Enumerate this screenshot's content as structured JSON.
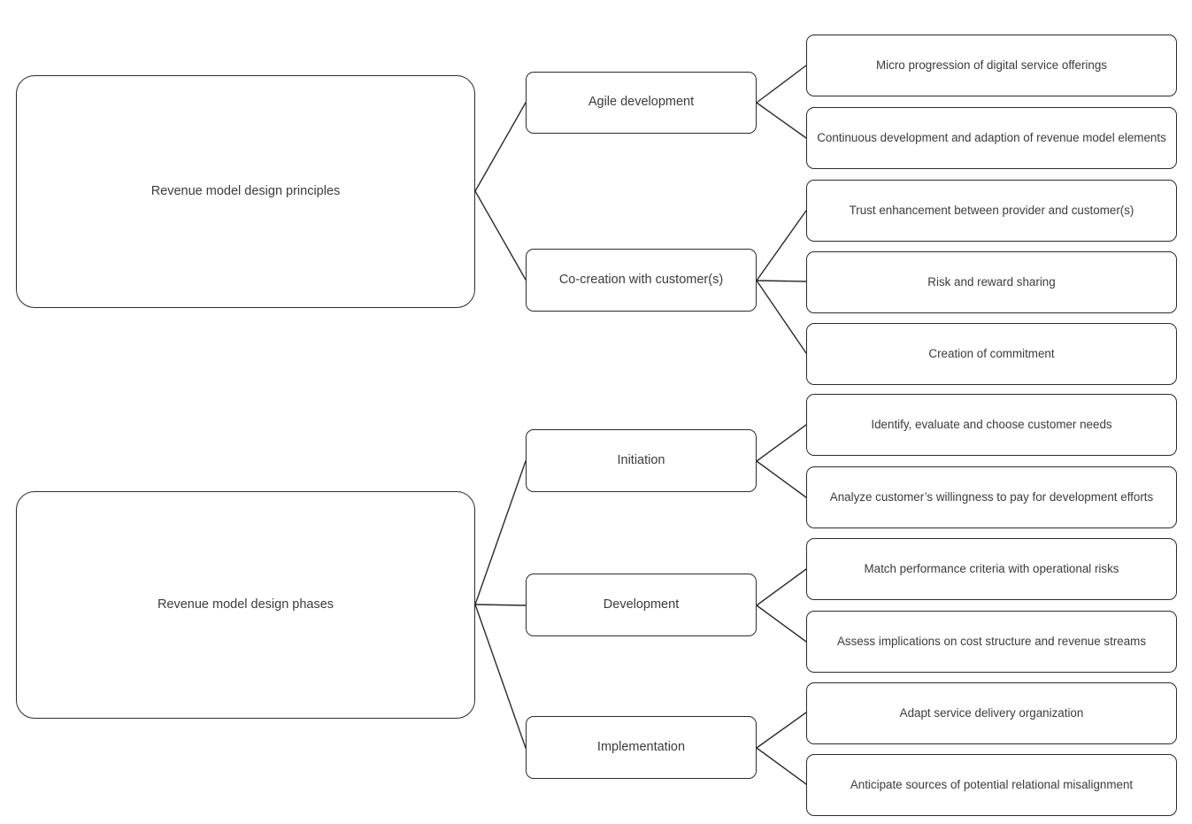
{
  "diagram": {
    "type": "tree",
    "orientation": "left-to-right",
    "background_color": "#ffffff",
    "line_color": "#2b2b2b",
    "text_color": "#3b3b3b",
    "branches": [
      {
        "id": "principles",
        "root": "Revenue model design principles",
        "children": [
          {
            "id": "agile",
            "label": "Agile development",
            "leaves": [
              "Micro progression of digital service offerings",
              "Continuous development and adaption of revenue model elements"
            ]
          },
          {
            "id": "cocreation",
            "label": "Co-creation with customer(s)",
            "leaves": [
              "Trust enhancement between provider and customer(s)",
              "Risk and reward sharing",
              "Creation of commitment"
            ]
          }
        ]
      },
      {
        "id": "phases",
        "root": "Revenue model design phases",
        "children": [
          {
            "id": "initiation",
            "label": "Initiation",
            "leaves": [
              "Identify, evaluate and choose customer needs",
              "Analyze customer’s willingness to pay for development efforts"
            ]
          },
          {
            "id": "development",
            "label": "Development",
            "leaves": [
              "Match performance criteria with operational risks",
              "Assess implications on cost structure and revenue streams"
            ]
          },
          {
            "id": "implementation",
            "label": "Implementation",
            "leaves": [
              "Adapt service delivery organization",
              "Anticipate sources of potential relational misalignment"
            ]
          }
        ]
      }
    ]
  }
}
